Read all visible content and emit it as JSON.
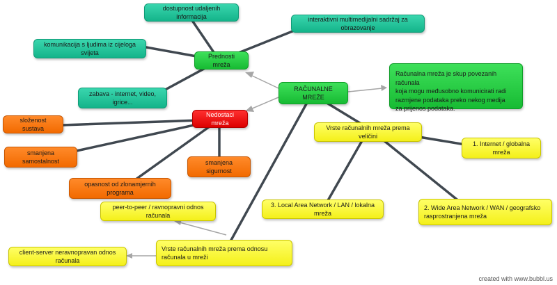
{
  "colors": {
    "teal": "#1cc59a",
    "green": "#22c83c",
    "red": "#ee0a0a",
    "orange": "#f5780f",
    "yellow": "#f8f43a",
    "link": "#404850",
    "arrow": "#a6a6a6"
  },
  "nodes": {
    "racunalne_mreze": "RAČUNALNE MREŽE",
    "definicija": "Računalna mreža je skup povezanih računala\nkoja mogu međusobno komunicirati radi\nrazmjene podataka preko nekog medija\n za  prijenos podataka.",
    "prednosti_mreza": "Prednosti mreža",
    "dostupnost": "dostupnost udaljenih informacija",
    "interaktivni": "interaktivni multimedijalni sadržaj za obrazovanje",
    "komunikacija": "komunikacija s ljudima iz cijeloga svijeta",
    "zabava": "zabava - internet, video, igrice...",
    "nedostaci_mreza": "Nedostaci mreža",
    "slozenost": "složenost sustava",
    "smanjena_samostalnost": "smanjena samostalnost",
    "smanjena_sigurnost": "smanjena sigurnost",
    "opasnost": "opasnost od zlonamjernih programa",
    "vrste_velicina": "Vrste računalnih mreža prema veličini",
    "internet": "1. Internet / globalna mreža",
    "wan": "2. Wide Area Network / WAN  / geografsko rasprostranjena mreža",
    "lan": "3. Local Area Network / LAN / lokalna mreža",
    "vrste_odnos": "Vrste računalnih mreža prema odnosu računala u mreži",
    "peer": "peer-to-peer / ravnopravni odnos računala",
    "client_server": "client-server neravnopravan odnos računala"
  },
  "footer": "created with www.bubbl.us"
}
